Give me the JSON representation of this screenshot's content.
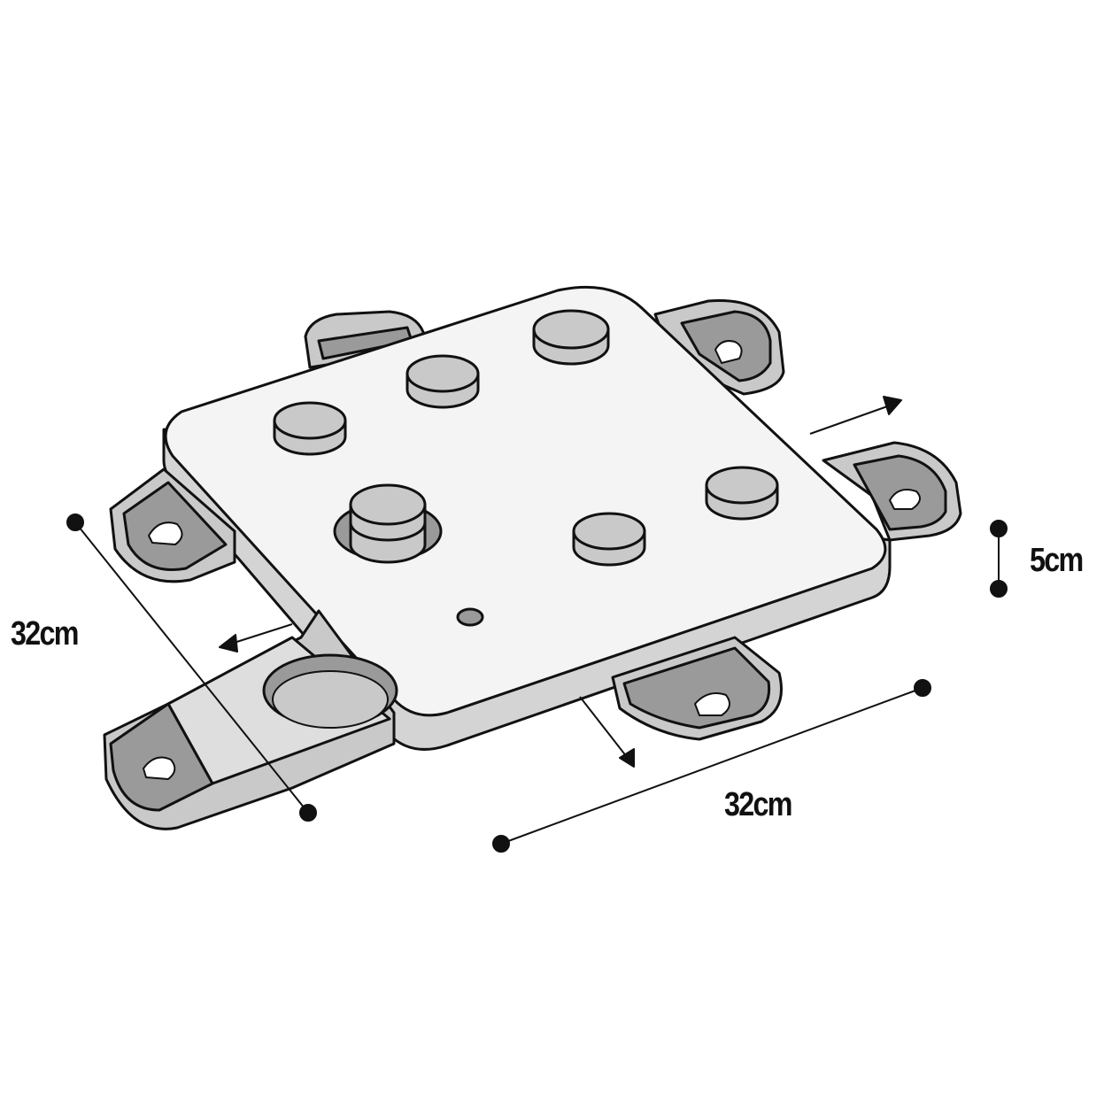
{
  "dimensions": {
    "depth_label": "32cm",
    "width_label": "32cm",
    "height_label": "5cm"
  },
  "colors": {
    "top": "#f4f4f4",
    "side": "#d4d4d4",
    "peg": "#c9c9c9",
    "shadow": "#9a9a9a",
    "line": "#111111"
  }
}
